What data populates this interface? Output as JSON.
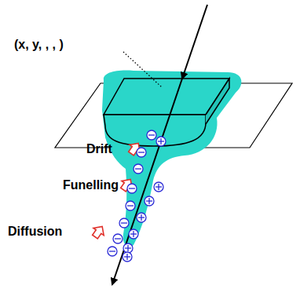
{
  "diagram": {
    "labels": [
      "(x, y, , , )",
      "Drift",
      "Funelling",
      "Diffusion"
    ]
  }
}
